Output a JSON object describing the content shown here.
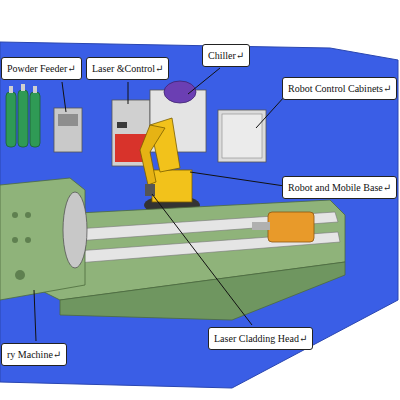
{
  "diagram": {
    "nodes": [
      {
        "text": [
          "Powder Feeder↵"
        ]
      },
      {
        "text": [
          "Laser &Control↵"
        ]
      },
      {
        "text": [
          "Chiller↵"
        ]
      },
      {
        "text": [
          "Robot Control Cabinets↵"
        ]
      },
      {
        "text": [
          "Robot and Mobile Base↵"
        ]
      },
      {
        "text": [
          "Laser Cladding Head↵"
        ]
      },
      {
        "text": [
          "ry Machine↵"
        ]
      }
    ]
  }
}
